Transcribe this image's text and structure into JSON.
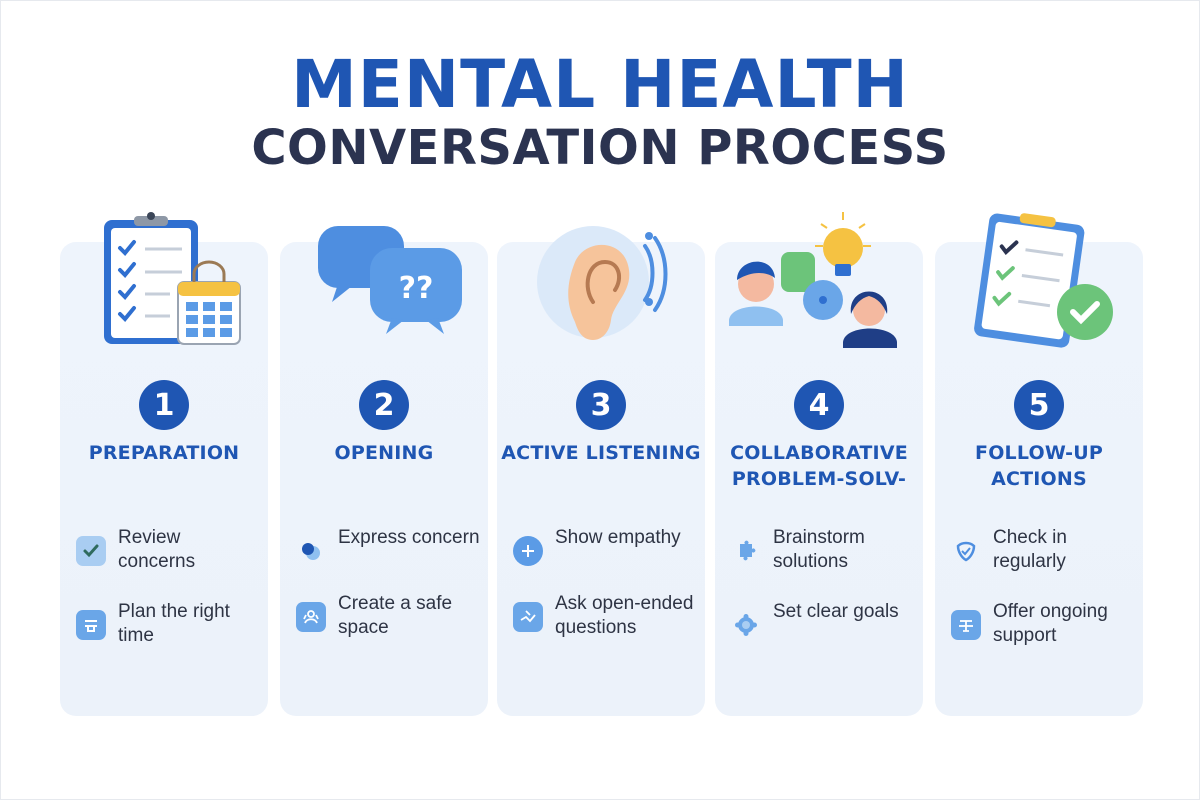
{
  "header": {
    "title_line1": "MENTAL HEALTH",
    "title_line2": "CONVERSATION PROCESS"
  },
  "colors": {
    "primary_blue": "#1f56b3",
    "dark_navy": "#2b3350",
    "card_bg": "#eef4fc",
    "accent_light_blue": "#5b9be6",
    "accent_yellow": "#f5c242",
    "accent_green": "#6cc47a"
  },
  "steps": [
    {
      "number": "1",
      "title": "PREPARATION",
      "illustration": "clipboard-calendar-icon",
      "items": [
        {
          "icon": "checkbox-icon",
          "text": "Review concerns"
        },
        {
          "icon": "schedule-icon",
          "text": "Plan the right time"
        }
      ]
    },
    {
      "number": "2",
      "title": "OPENING",
      "illustration": "speech-bubbles-icon",
      "items": [
        {
          "icon": "bubble-icon",
          "text": "Express concern"
        },
        {
          "icon": "safe-space-icon",
          "text": "Create a safe space"
        }
      ]
    },
    {
      "number": "3",
      "title": "ACTIVE LISTENING",
      "illustration": "ear-icon",
      "items": [
        {
          "icon": "plus-circle-icon",
          "text": "Show empathy"
        },
        {
          "icon": "question-icon",
          "text": "Ask open-ended questions"
        }
      ]
    },
    {
      "number": "4",
      "title": "COLLABORATIVE PROBLEM-SOLV-",
      "illustration": "people-puzzle-lightbulb-icon",
      "items": [
        {
          "icon": "puzzle-icon",
          "text": "Brainstorm solutions"
        },
        {
          "icon": "gear-icon",
          "text": "Set clear goals"
        }
      ]
    },
    {
      "number": "5",
      "title": "FOLLOW-UP ACTIONS",
      "illustration": "clipboard-check-icon",
      "items": [
        {
          "icon": "shield-check-icon",
          "text": "Check in regularly"
        },
        {
          "icon": "support-icon",
          "text": "Offer ongoing support"
        }
      ]
    }
  ]
}
